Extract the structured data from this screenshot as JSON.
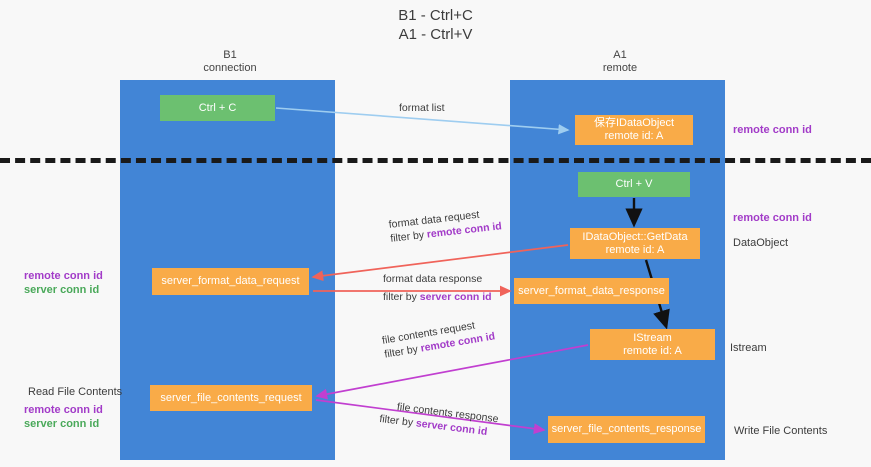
{
  "title": {
    "line1": "B1 - Ctrl+C",
    "line2": "A1 - Ctrl+V"
  },
  "columns": {
    "left": {
      "name": "B1",
      "role": "connection"
    },
    "right": {
      "name": "A1",
      "role": "remote"
    }
  },
  "boxes": {
    "ctrl_c": {
      "label": "Ctrl + C",
      "color": "#6cc070"
    },
    "idataobject_top": {
      "line1": "保存IDataObject",
      "line2": "remote id: A",
      "color": "#f9ab48"
    },
    "ctrl_v": {
      "label": "Ctrl + V",
      "color": "#6cc070"
    },
    "getdata": {
      "line1": "IDataObject::GetData",
      "line2": "remote id: A",
      "color": "#f9ab48"
    },
    "server_format_data_request": {
      "label": "server_format_data_request",
      "color": "#f9ab48"
    },
    "server_format_data_response": {
      "label": "server_format_data_response",
      "color": "#f9ab48"
    },
    "istream": {
      "line1": "IStream",
      "line2": "remote id: A",
      "color": "#f9ab48"
    },
    "server_file_contents_request": {
      "label": "server_file_contents_request",
      "color": "#f9ab48"
    },
    "server_file_contents_response": {
      "label": "server_file_contents_response",
      "color": "#f9ab48"
    }
  },
  "edge_labels": {
    "format_list": "format list",
    "format_data_request": "format data request",
    "format_data_request_filter_prefix": "filter by ",
    "format_data_request_filter_key": "remote conn id",
    "format_data_response": "format data response",
    "format_data_response_filter_prefix": "filter by ",
    "format_data_response_filter_key": "server conn id",
    "file_contents_request": "file contents request",
    "file_contents_request_filter_prefix": "filter by ",
    "file_contents_request_filter_key": "remote conn id",
    "file_contents_response": "file contents response",
    "file_contents_response_filter_prefix": "filter by ",
    "file_contents_response_filter_key": "server conn id"
  },
  "annotations": {
    "right_top_remote_conn_id": "remote conn id",
    "right_mid_remote_conn_id": "remote conn id",
    "right_dataobject": "DataObject",
    "right_istream": "Istream",
    "right_write_file_contents": "Write File Contents",
    "left_remote_conn_id_1": "remote conn id",
    "left_server_conn_id_1": "server conn id",
    "left_read_file_contents": "Read File Contents",
    "left_remote_conn_id_2": "remote conn id",
    "left_server_conn_id_2": "server conn id"
  },
  "colors": {
    "lane": "#4285d6",
    "green_box": "#6cc070",
    "orange_box": "#f9ab48",
    "purple_key": "#a23bc8",
    "green_key": "#4aa95a",
    "format_list_arrow": "#9ecdf0",
    "format_data_arrow": "#f0635a",
    "file_contents_arrow": "#c13fd0",
    "flow_arrow": "#111111",
    "divider": "#1a1a1a"
  }
}
